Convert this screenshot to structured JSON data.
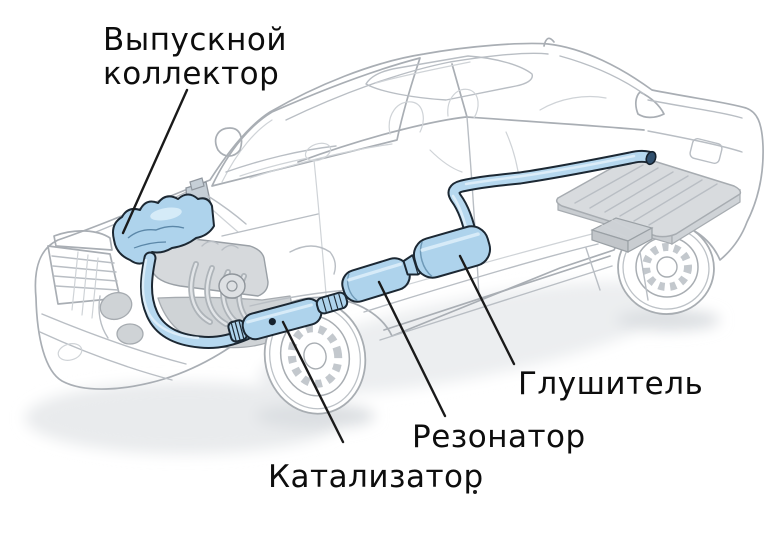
{
  "figure": {
    "type": "car-exhaust-system-cutaway-diagram",
    "view": "sedan, front-left three-quarter cutaway, exhaust system highlighted"
  },
  "labels": {
    "exhaust_manifold": {
      "line1": "Выпускной",
      "line2": "коллектор"
    },
    "catalytic_converter": "Катализатор",
    "resonator": "Резонатор",
    "muffler": "Глушитель"
  },
  "colors": {
    "background": "#ffffff",
    "highlight_fill": "#aed3ec",
    "highlight_outline": "#1c2833",
    "line_art_gray": "#a9aeb4",
    "component_gray": "#d6d9dc",
    "label_text": "#0d0d0d",
    "leader_line": "#1a1a1a"
  }
}
